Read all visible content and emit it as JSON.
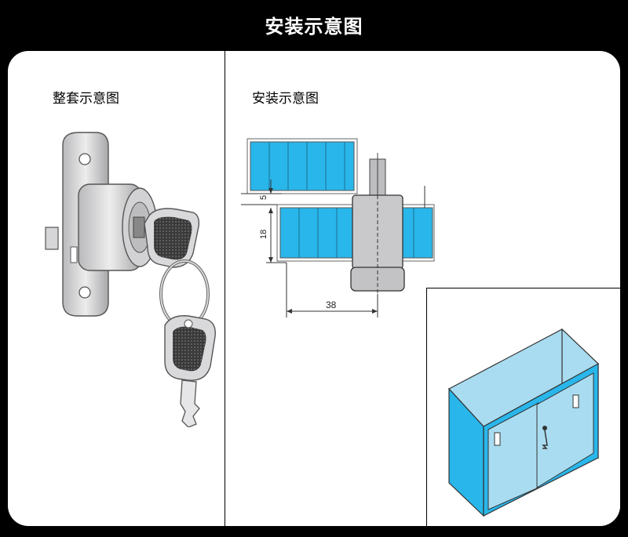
{
  "header": {
    "title": "安装示意图"
  },
  "left_panel": {
    "label": "整套示意图"
  },
  "right_panel": {
    "label": "安装示意图",
    "dimensions": {
      "top_gap": "5",
      "height": "18",
      "width": "38"
    }
  },
  "colors": {
    "accent_blue": "#29b6ea",
    "light_blue": "#a9dcf0",
    "metal": "#c9c9cb"
  }
}
